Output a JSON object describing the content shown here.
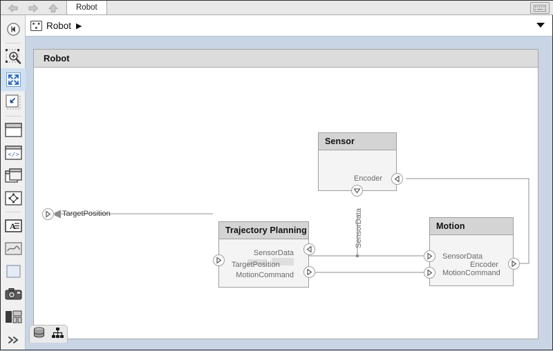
{
  "window": {
    "tab_label": "Robot",
    "nav": [
      "back-icon",
      "forward-icon",
      "up-icon"
    ],
    "keyboard_icon": "keyboard-icon"
  },
  "breadcrumb": {
    "model_icon": "model-block-icon",
    "path": "Robot",
    "arrow": "▶",
    "dropdown_icon": "chevron-down-icon"
  },
  "left_toolbar": {
    "items": [
      {
        "name": "navigate-back-icon",
        "selected": false
      },
      {
        "name": "zoom-in-icon",
        "selected": false
      },
      {
        "name": "fit-to-view-icon",
        "selected": true
      },
      {
        "name": "zoom-to-region-icon",
        "selected": false
      },
      {
        "name": "component-icon",
        "selected": false
      },
      {
        "name": "code-block-icon",
        "selected": false
      },
      {
        "name": "reference-component-icon",
        "selected": false
      },
      {
        "name": "variant-component-icon",
        "selected": false
      },
      {
        "name": "annotation-text-icon",
        "selected": false
      },
      {
        "name": "image-annotation-icon",
        "selected": false
      },
      {
        "name": "area-icon",
        "selected": false
      },
      {
        "name": "camera-icon",
        "selected": false
      },
      {
        "name": "layout-icon",
        "selected": false
      },
      {
        "name": "more-chevrons-icon",
        "selected": false
      }
    ]
  },
  "canvas": {
    "title": "Robot"
  },
  "statusbar": {
    "buttons": [
      "model-data-icon",
      "hierarchy-icon"
    ]
  },
  "diagram": {
    "root_input": {
      "label": "TargetPosition",
      "port_icon": "input-port-triangle"
    },
    "blocks": [
      {
        "id": "sensor",
        "title": "Sensor",
        "ports": [
          {
            "name": "Encoder",
            "direction": "in",
            "side": "right"
          },
          {
            "name": "SensorData",
            "direction": "out",
            "side": "bottom"
          }
        ]
      },
      {
        "id": "trajectory-planning",
        "title": "Trajectory Planning",
        "ports": [
          {
            "name": "TargetPosition",
            "direction": "in",
            "side": "left"
          },
          {
            "name": "SensorData",
            "direction": "in",
            "side": "right"
          },
          {
            "name": "MotionCommand",
            "direction": "out",
            "side": "right"
          }
        ]
      },
      {
        "id": "motion",
        "title": "Motion",
        "ports": [
          {
            "name": "SensorData",
            "direction": "in",
            "side": "left"
          },
          {
            "name": "MotionCommand",
            "direction": "in",
            "side": "left"
          },
          {
            "name": "Encoder",
            "direction": "out",
            "side": "right"
          }
        ]
      }
    ],
    "connections": [
      {
        "from": "root.TargetPosition",
        "to": "trajectory-planning.TargetPosition"
      },
      {
        "from": "sensor.SensorData",
        "to": "trajectory-planning.SensorData"
      },
      {
        "from": "sensor.SensorData",
        "to": "motion.SensorData"
      },
      {
        "from": "trajectory-planning.MotionCommand",
        "to": "motion.MotionCommand"
      },
      {
        "from": "motion.Encoder",
        "to": "sensor.Encoder"
      }
    ],
    "vertical_label": "SensorData"
  },
  "colors": {
    "block_header": "#d4d4d4",
    "block_body": "#f4f4f4",
    "block_border": "#9e9e9e",
    "wire": "#8c8c8c",
    "canvas_bg": "#ffffff",
    "frame_bg": "#c9d5e5",
    "selection": "#cfe0f2"
  }
}
